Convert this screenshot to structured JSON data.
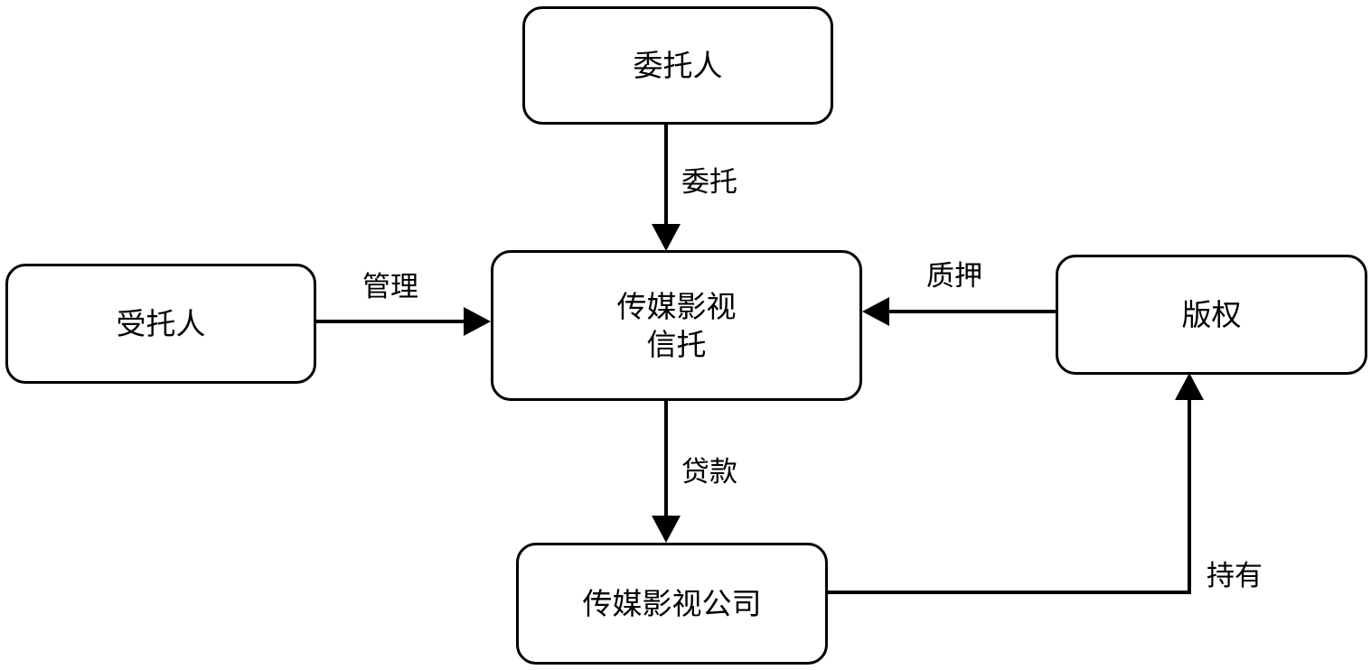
{
  "nodes": {
    "principal": "委托人",
    "trustee": "受托人",
    "trust": [
      "传媒影视",
      "信托"
    ],
    "copyright": "版权",
    "company": "传媒影视公司"
  },
  "edges": {
    "entrust": "委托",
    "manage": "管理",
    "pledge": "质押",
    "loan": "贷款",
    "hold": "持有"
  },
  "colors": {
    "stroke": "#000000",
    "background": "#ffffff"
  }
}
